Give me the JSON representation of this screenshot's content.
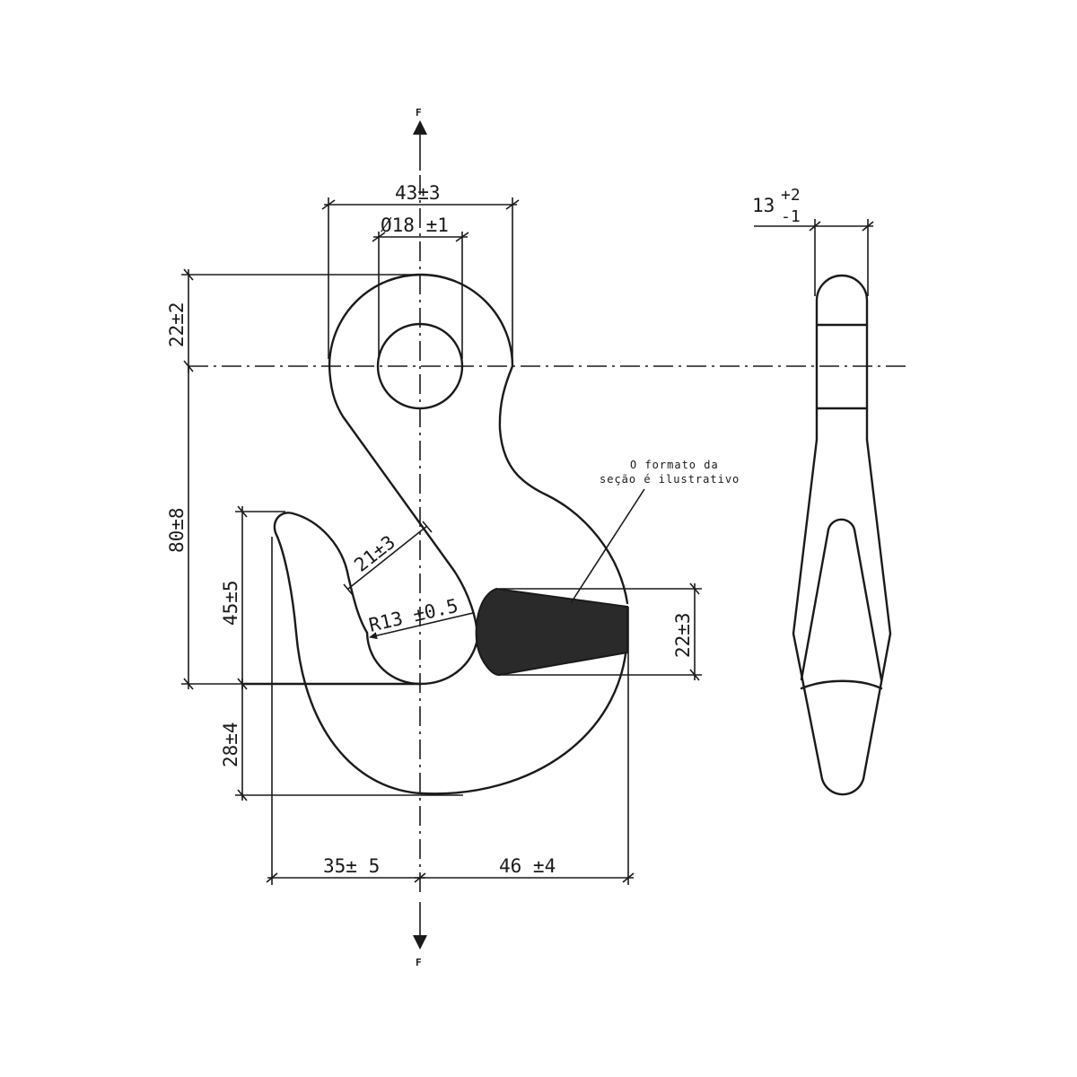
{
  "force_label_top": "F",
  "force_label_bottom": "F",
  "dimensions": {
    "top_width": "43±3",
    "eye_diameter": "Ø18 ±1",
    "eye_top_offset": "22±2",
    "overall_to_throat": "80±8",
    "tip_height": "45±5",
    "throat_bottom": "28±4",
    "throat_opening": "21±3",
    "throat_radius": "R13 ±0.5",
    "section_height": "22±3",
    "left_width": "35± 5",
    "right_width": "46 ±4",
    "thickness_base": "13",
    "thickness_plus": "+2",
    "thickness_minus": "-1"
  },
  "note": {
    "line1": "O formato da",
    "line2": "seção é ilustrativo"
  },
  "colors": {
    "line": "#1a1a1a",
    "section_fill": "#2a2a2a",
    "background": "#ffffff"
  }
}
